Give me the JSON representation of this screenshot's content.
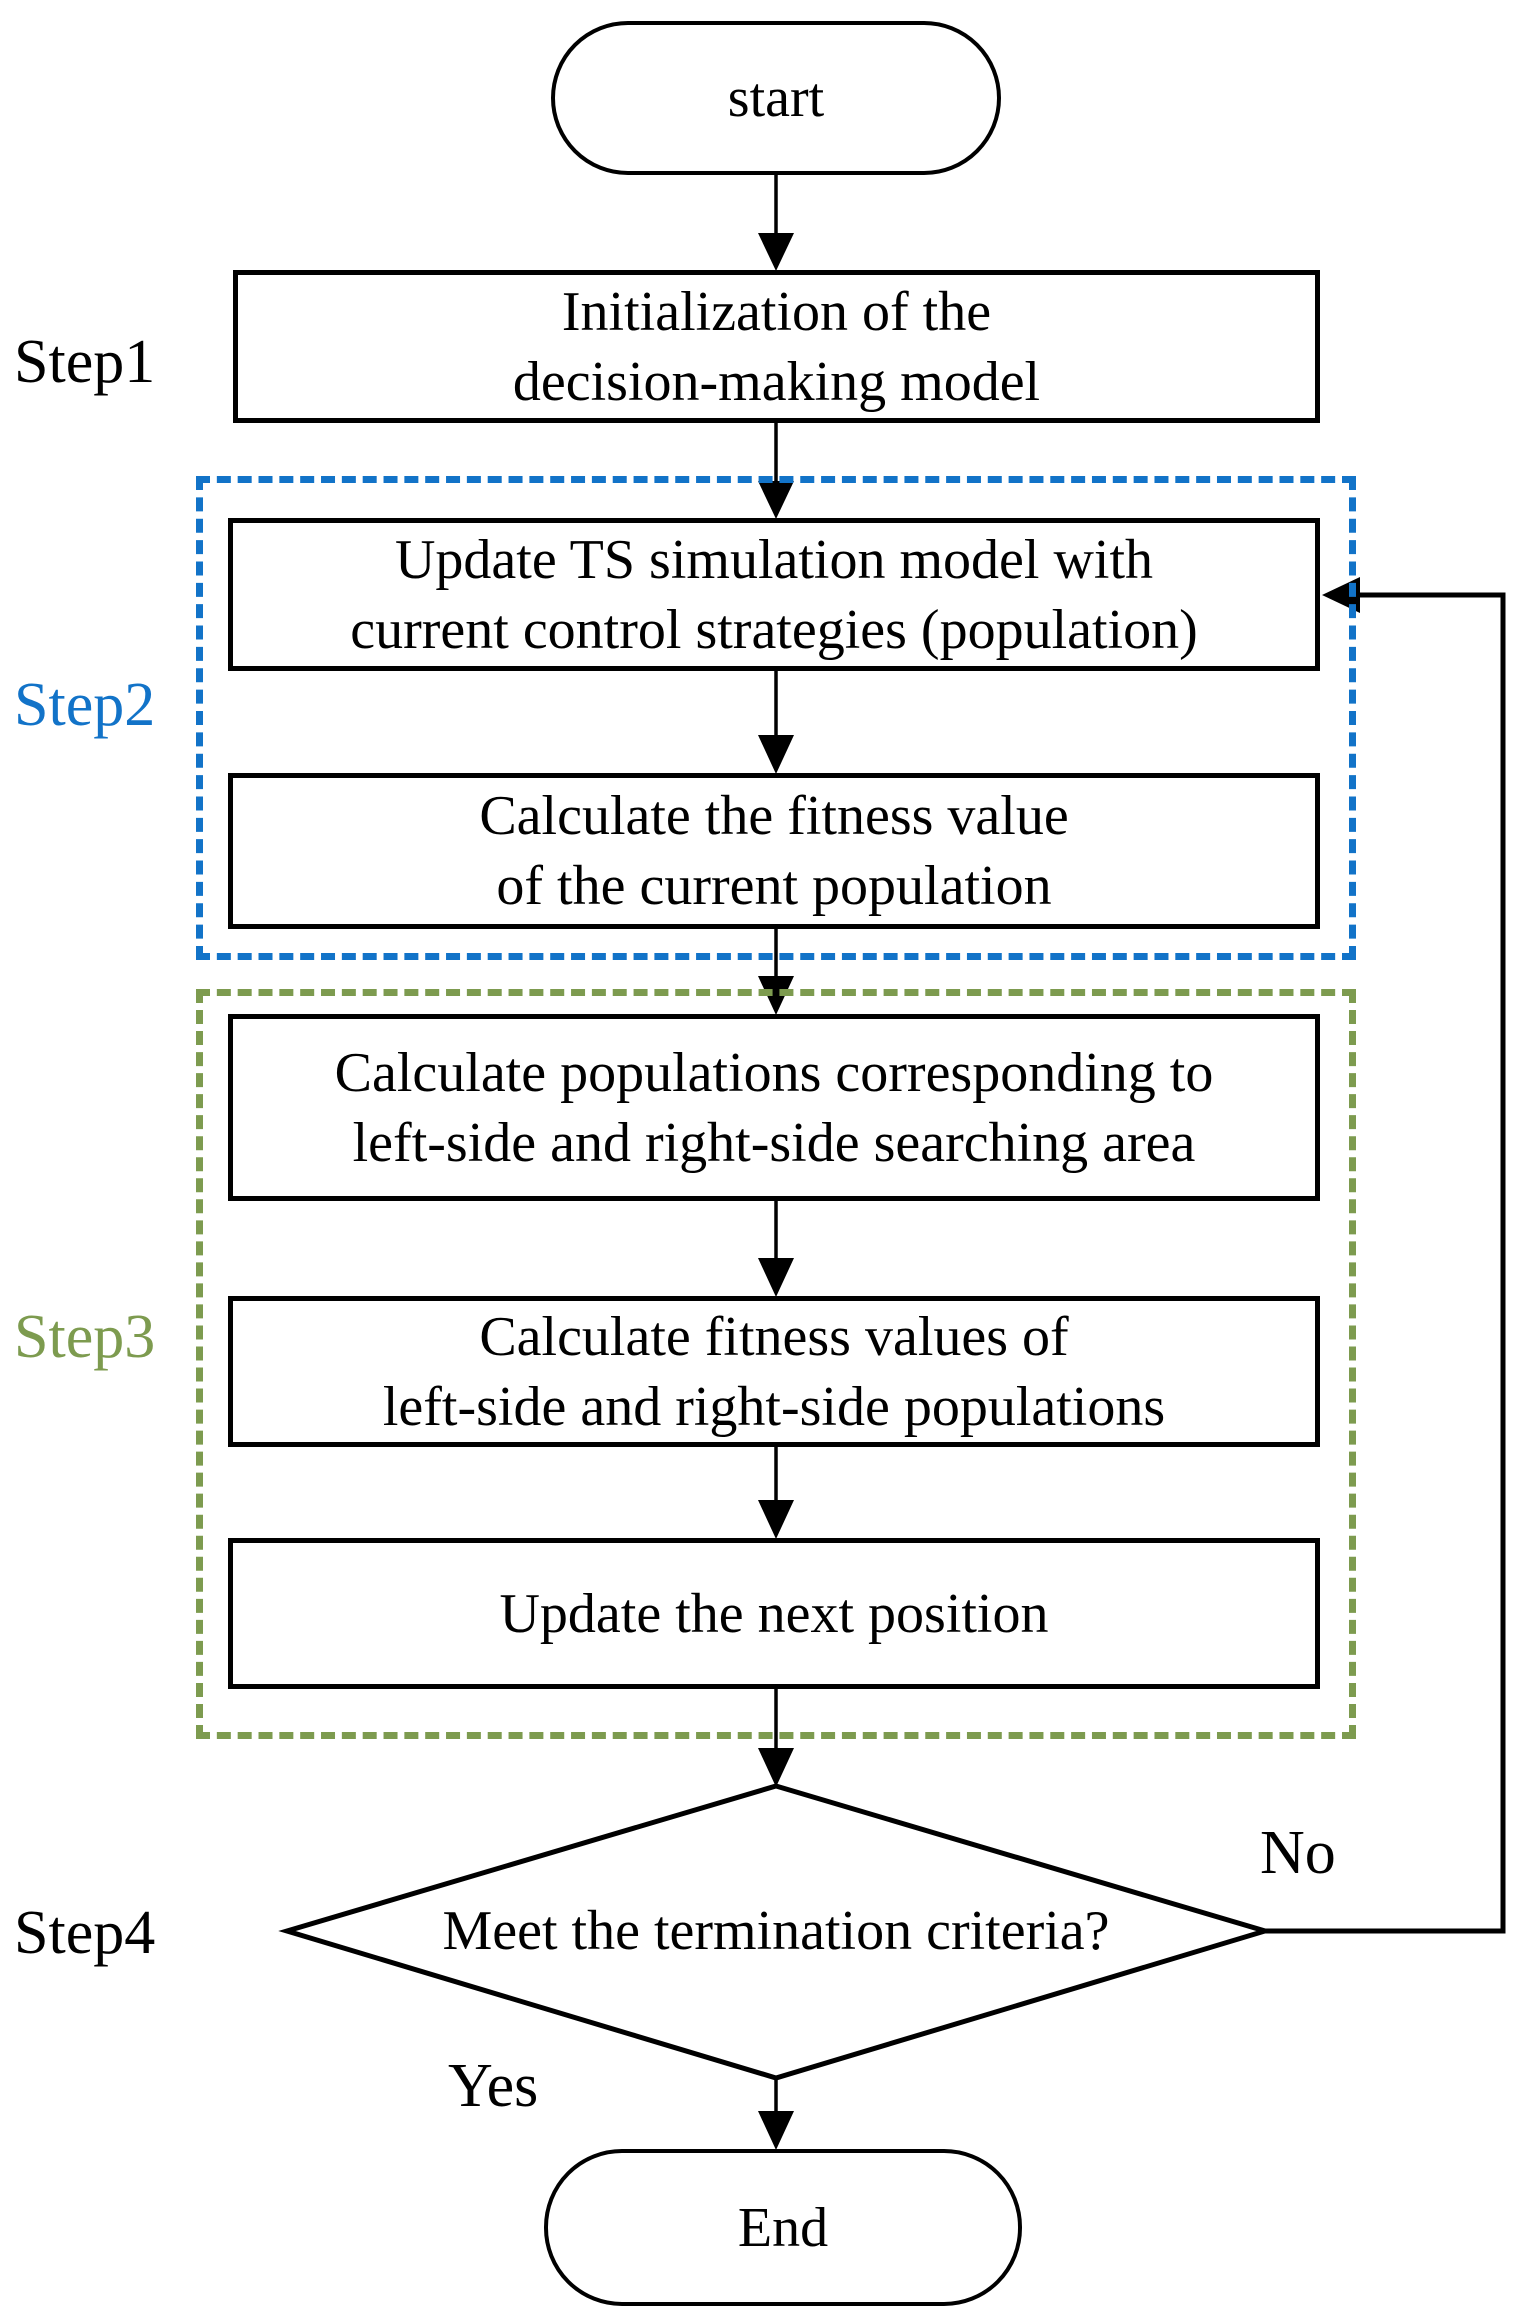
{
  "flowchart": {
    "terminals": {
      "start": "start",
      "end": "End"
    },
    "step_labels": {
      "step1": "Step1",
      "step2": "Step2",
      "step3": "Step3",
      "step4": "Step4"
    },
    "boxes": {
      "init": {
        "line1": "Initialization of the",
        "line2": "decision-making model"
      },
      "update_ts": {
        "line1": "Update TS simulation model with",
        "line2": "current control strategies (population)"
      },
      "calc_fitness": {
        "line1": "Calculate the fitness value",
        "line2": "of the current population"
      },
      "calc_populations": {
        "line1": "Calculate populations corresponding to",
        "line2": "left-side and right-side searching area"
      },
      "calc_side_fitness": {
        "line1": "Calculate fitness values of",
        "line2": "left-side and right-side populations"
      },
      "update_position": {
        "line1": "Update the next position"
      }
    },
    "decision": {
      "question": "Meet the termination criteria?"
    },
    "branch_labels": {
      "no": "No",
      "yes": "Yes"
    },
    "colors": {
      "step2_accent": "#1273c8",
      "step3_accent": "#7d9b4f",
      "line": "#000000",
      "background": "#ffffff"
    }
  }
}
